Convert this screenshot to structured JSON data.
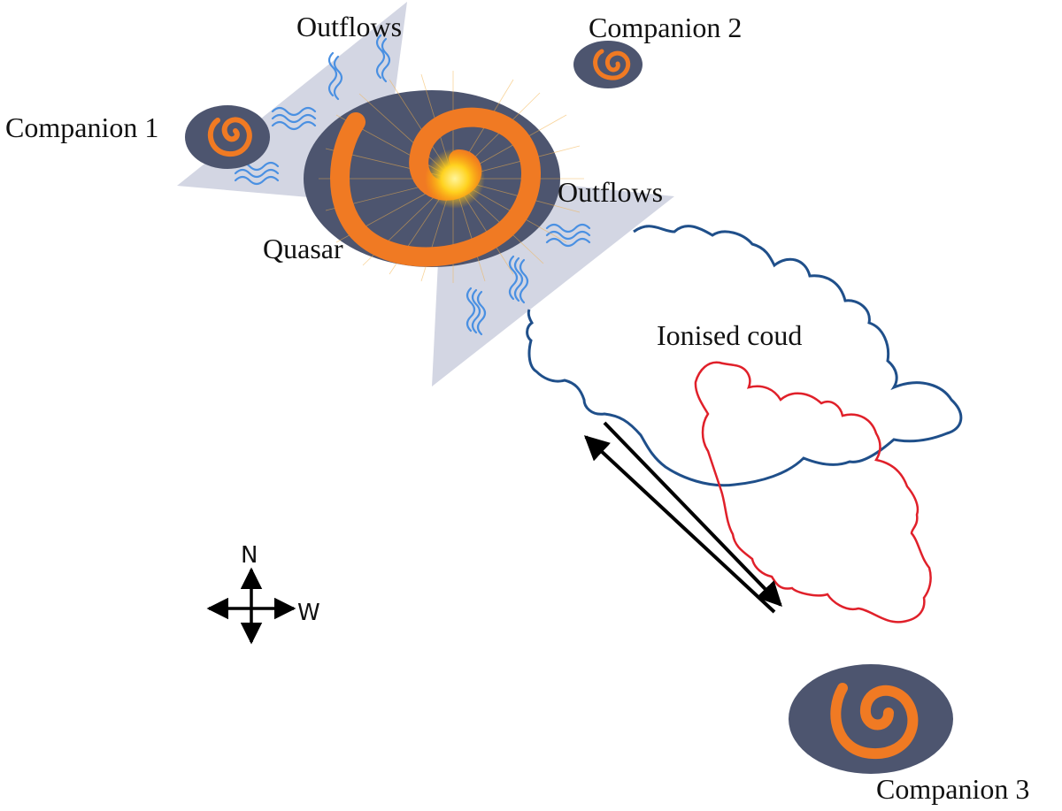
{
  "labels": {
    "outflows_top": "Outflows",
    "outflows_right": "Outflows",
    "companion_1": "Companion 1",
    "companion_2": "Companion 2",
    "companion_3": "Companion 3",
    "quasar": "Quasar",
    "ionised_cloud": "Ionised coud"
  },
  "compass": {
    "north": "N",
    "west": "W"
  },
  "colors": {
    "galaxy_body": "#4d556f",
    "spiral_arm": "#f07a23",
    "core_glow": "#ffd21f",
    "outflow_cone": "#d3d6e3",
    "outflow_wave": "#4a90e2",
    "cloud_blue": "#1f4f8a",
    "cloud_red": "#e0202a",
    "arrow": "#000000"
  },
  "icons": [
    "spiral-galaxy-icon",
    "outflow-wave-icon",
    "compass-icon",
    "double-arrow-icon"
  ]
}
